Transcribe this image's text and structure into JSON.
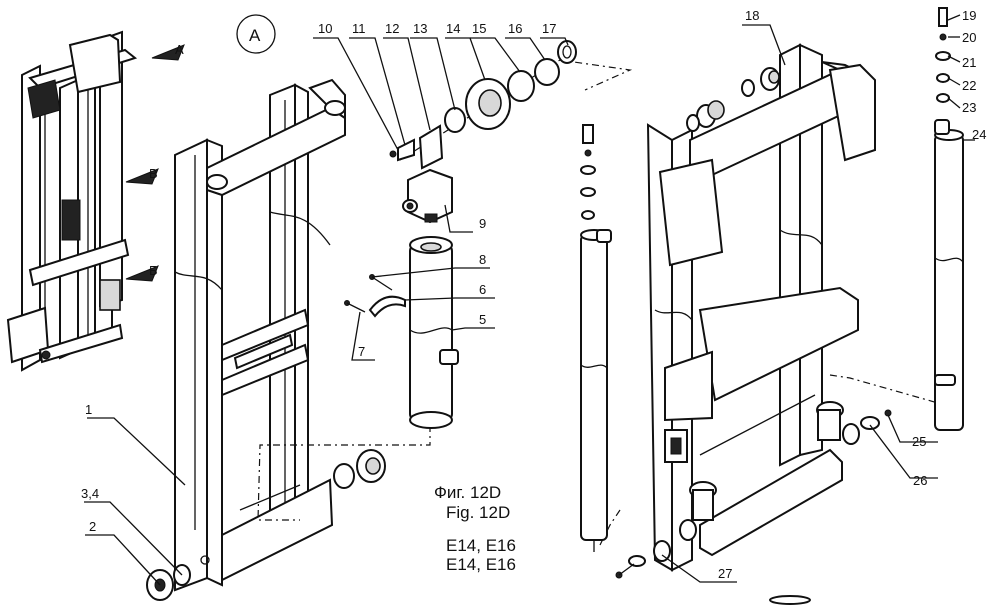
{
  "callout": "A",
  "view_labels": [
    "A",
    "B",
    "Б"
  ],
  "part_numbers": [
    "1",
    "2",
    "3,4",
    "5",
    "6",
    "7",
    "8",
    "9",
    "10",
    "11",
    "12",
    "13",
    "14",
    "15",
    "16",
    "17",
    "18",
    "19",
    "20",
    "21",
    "22",
    "23",
    "24",
    "25",
    "26",
    "27"
  ],
  "caption": {
    "ru": "Фиг. 12D",
    "en": "Fig. 12D",
    "models_1": "E14, E16",
    "models_2": "E14, E16"
  }
}
